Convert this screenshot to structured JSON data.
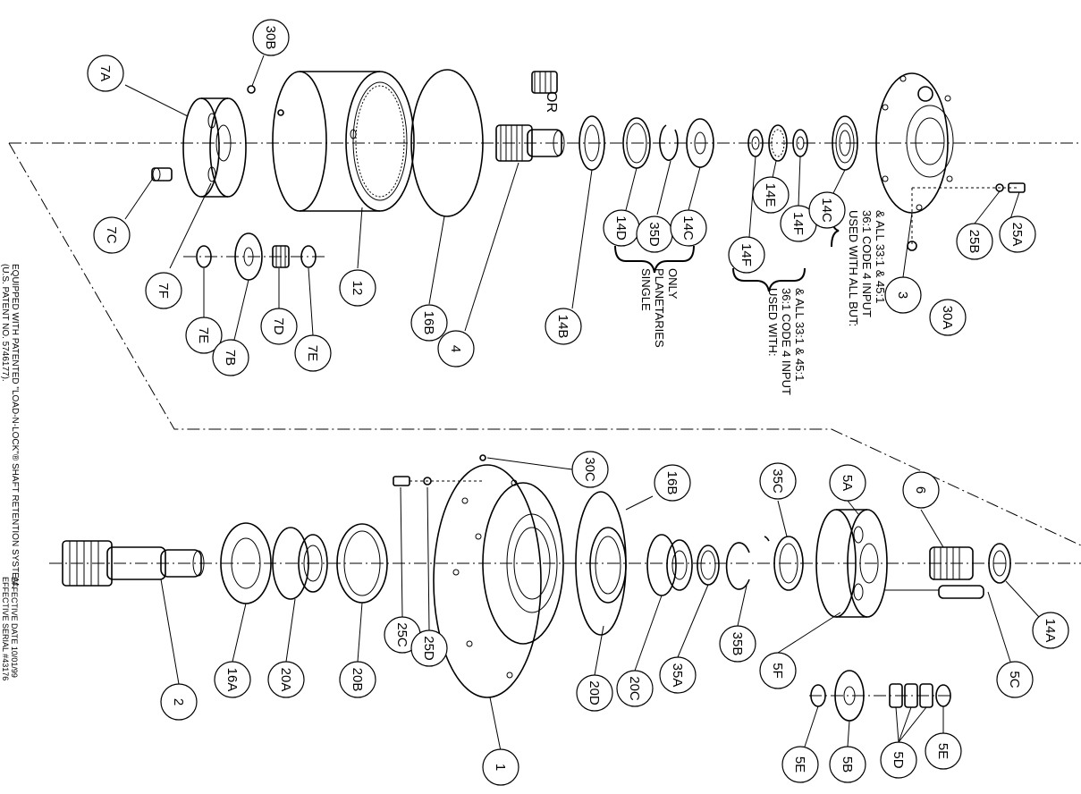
{
  "labels": {
    "7A": "7A",
    "30B": "30B",
    "7C": "7C",
    "7F": "7F",
    "7E": "7E",
    "7B": "7B",
    "7D": "7D",
    "12": "12",
    "16B": "16B",
    "4": "4",
    "14B": "14B",
    "14D": "14D",
    "35D": "35D",
    "14C": "14C",
    "14F": "14F",
    "14E": "14E",
    "3": "3",
    "25A": "25A",
    "25B": "25B",
    "30A": "30A",
    "30C": "30C",
    "35C": "35C",
    "5A": "5A",
    "6": "6",
    "2": "2",
    "16A": "16A",
    "20A": "20A",
    "20B": "20B",
    "25C": "25C",
    "25D": "25D",
    "1": "1",
    "20D": "20D",
    "20C": "20C",
    "35A": "35A",
    "35B": "35B",
    "5F": "5F",
    "5E": "5E",
    "5B": "5B",
    "5D": "5D",
    "5C": "5C",
    "14A": "14A"
  },
  "text": {
    "or": "OR",
    "single_line1": "SINGLE",
    "single_line2": "PLANETARIES",
    "single_line3": "ONLY",
    "used_with_line1": "USED WITH:",
    "used_with_line2": "36:1 CODE 4 INPUT",
    "used_with_line3": "& ALL 33:1 & 45:1",
    "used_all_line1": "USED WITH ALL BUT:",
    "used_all_line2": "36:1 CODE 4 INPUT",
    "used_all_line3": "& ALL 33:1 & 45:1",
    "patent_line1": "EQUIPPED WITH PATENTED \"LOAD-N-LOCK\"® SHAFT RETENTION SYSTEM.",
    "patent_line2": "(U.S. PATENT NO. 5746177).",
    "effective_date": "EFFECTIVE DATE 10/01/99",
    "effective_serial": "EFFECTIVE SERIAL #43176"
  }
}
